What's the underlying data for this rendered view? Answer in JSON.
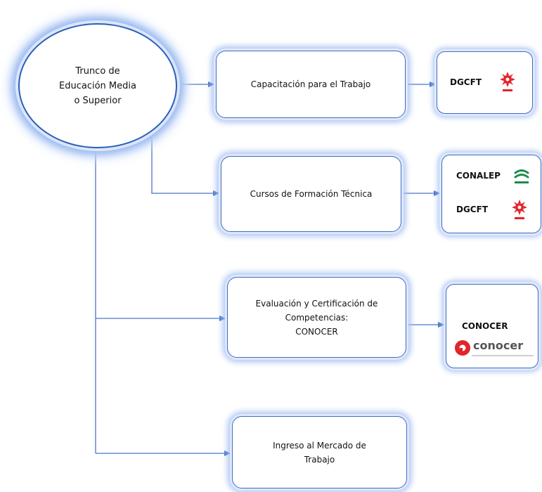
{
  "root": {
    "label": "Trunco de\nEducación Media\no Superior"
  },
  "boxes": [
    {
      "label": "Capacitación  para el Trabajo"
    },
    {
      "label": "Cursos de Formación Técnica"
    },
    {
      "label": "Evaluación y Certificación de\nCompetencias:\nCONOCER"
    },
    {
      "label": "Ingreso al Mercado de\nTrabajo"
    }
  ],
  "institutions": {
    "box1": {
      "dgcft": "DGCFT"
    },
    "box2": {
      "conalep": "CONALEP",
      "dgcft": "DGCFT"
    },
    "box3": {
      "conocer": "CONOCER",
      "conocer_logo_text": "conocer"
    }
  },
  "colors": {
    "line": "#4a74c9",
    "border": "#3e6cc2",
    "dgcft_logo": "#e2242b",
    "conalep_logo": "#1f8a4c",
    "conocer_logo": "#e2242b"
  }
}
